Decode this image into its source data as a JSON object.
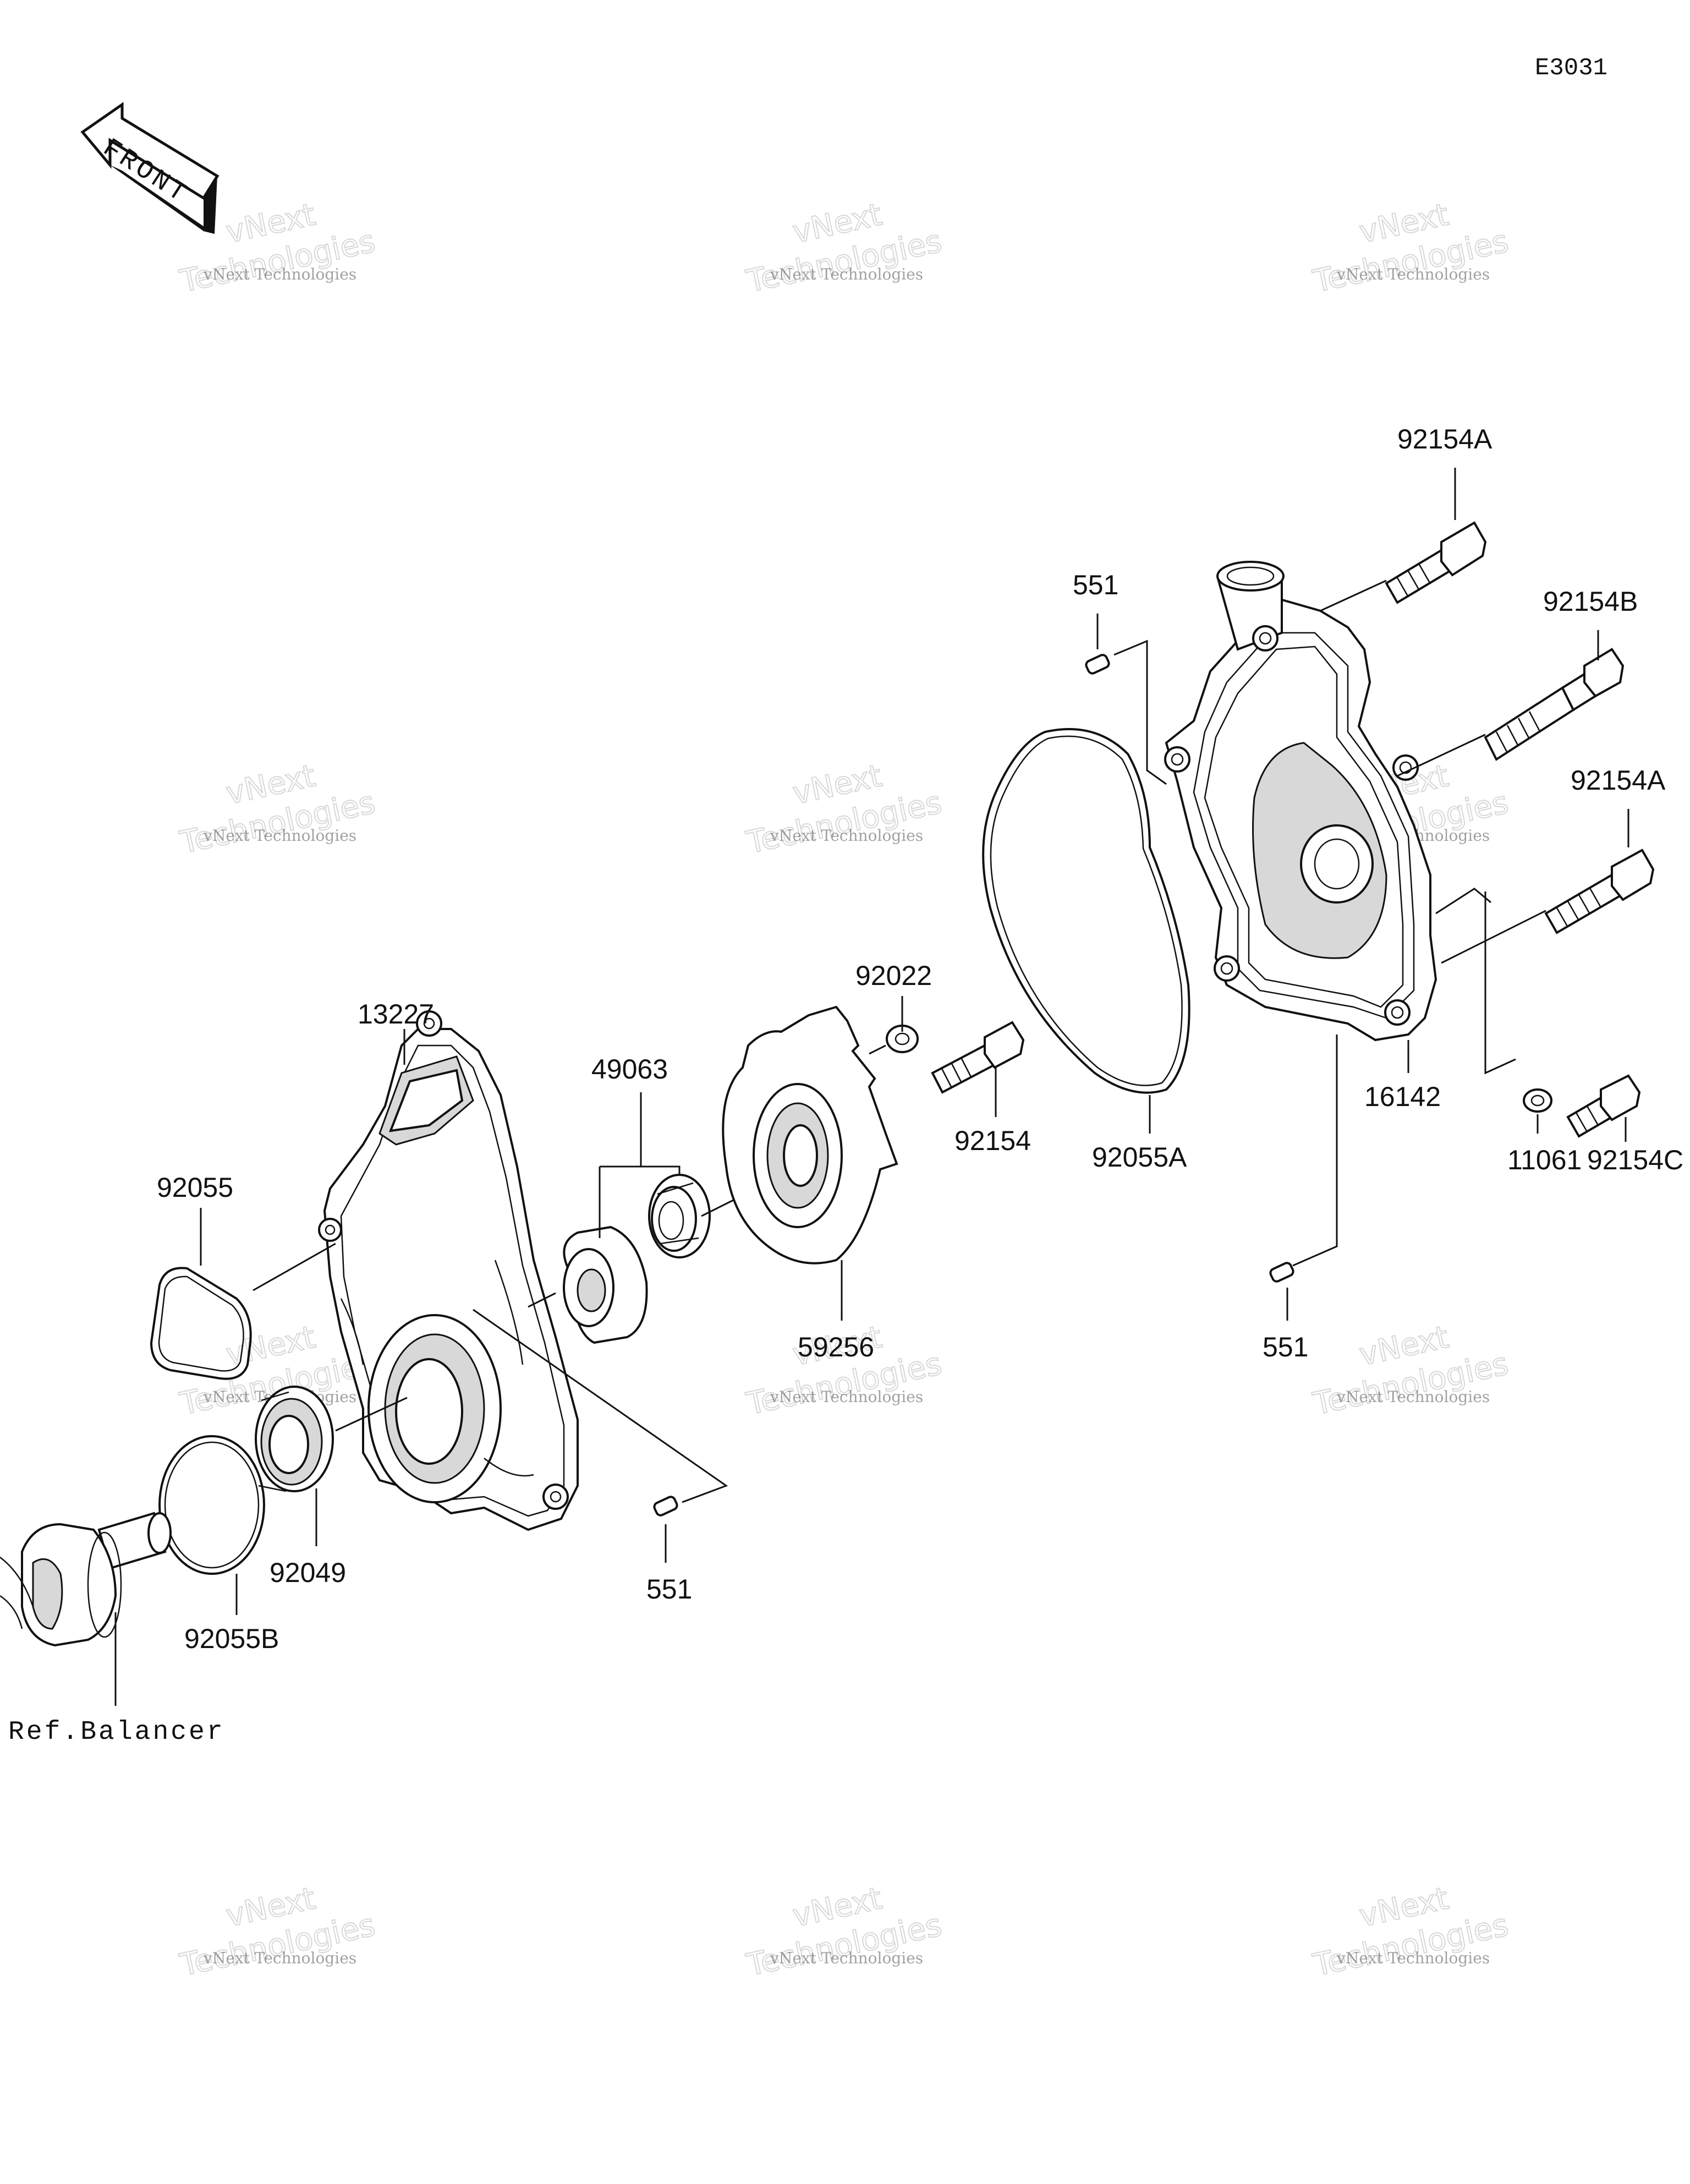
{
  "diagram_code": "E3031",
  "front_label": "FRONT",
  "ref_label": "Ref.Balancer",
  "parts": {
    "p92154A_top": "92154A",
    "p92154B": "92154B",
    "p92154A_mid": "92154A",
    "p551_top": "551",
    "p16142": "16142",
    "p11061": "11061",
    "p92154C": "92154C",
    "p551_right": "551",
    "p92022": "92022",
    "p92154": "92154",
    "p92055A": "92055A",
    "p49063": "49063",
    "p59256": "59256",
    "p13227": "13227",
    "p92055": "92055",
    "p92049": "92049",
    "p92055B": "92055B",
    "p551_bottom": "551"
  },
  "watermark": {
    "line1": "vNext Technologies",
    "line2": "vNext",
    "line3": "Technologies"
  }
}
